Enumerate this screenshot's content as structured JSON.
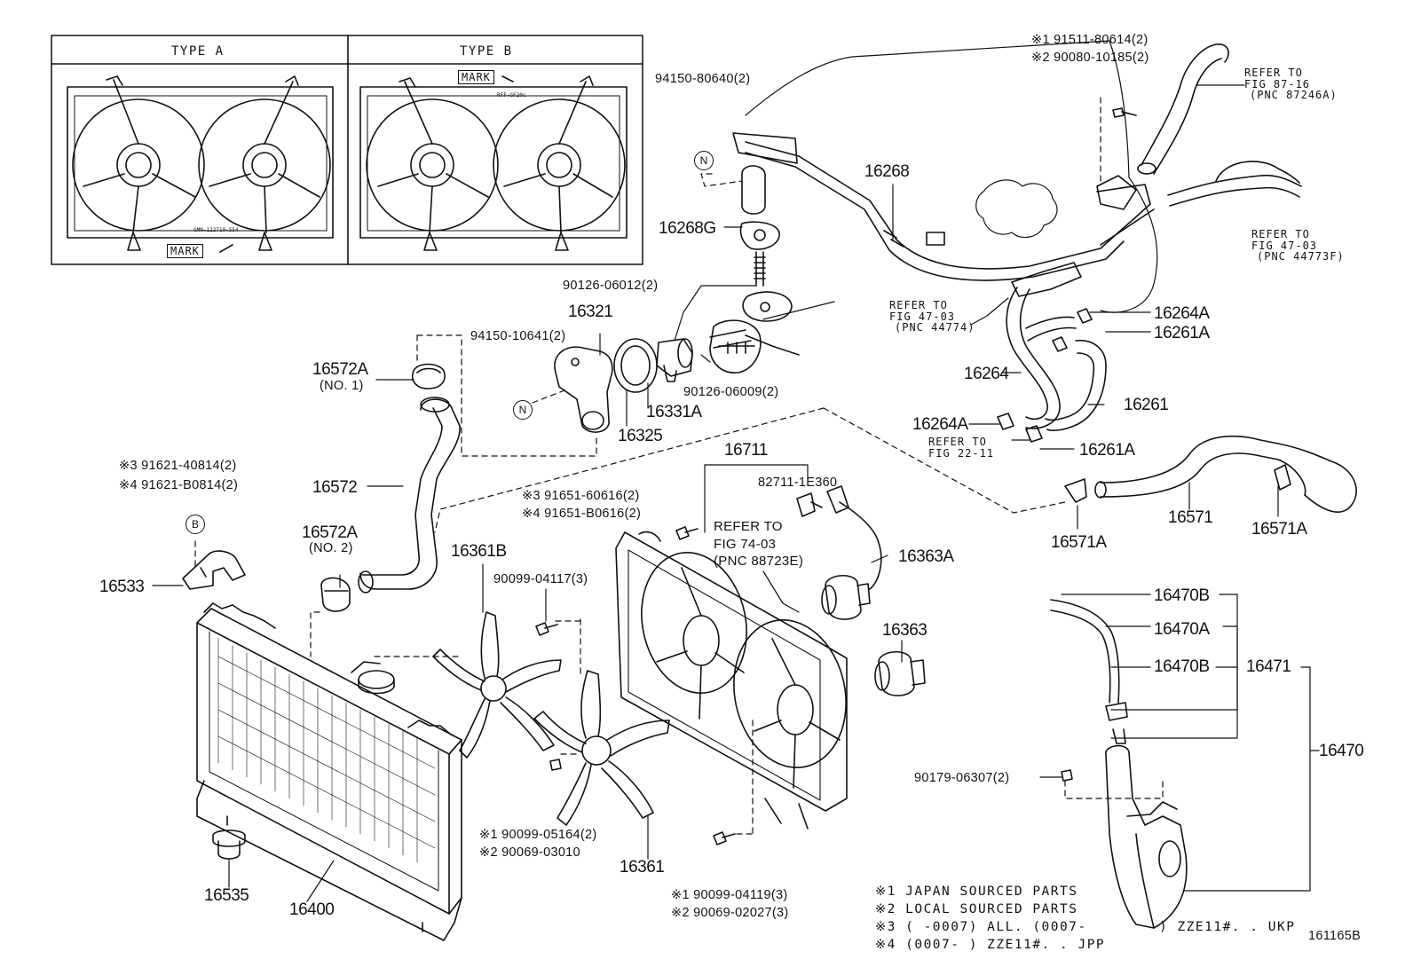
{
  "inset": {
    "type_a": "TYPE A",
    "type_b": "TYPE B",
    "mark_a": "MARK",
    "mark_b": "MARK",
    "code_a": "GMN-122710-554",
    "code_b": "RFF-GF20c"
  },
  "parts": {
    "p16268": "16268",
    "p16268G": "16268G",
    "p16321": "16321",
    "p16331A": "16331A",
    "p16325": "16325",
    "p16572A": "16572A",
    "p16572A_no1": "(NO. 1)",
    "p16572": "16572",
    "p16572A_2": "16572A",
    "p16572A_no2": "(NO. 2)",
    "p16533": "16533",
    "p16535": "16535",
    "p16400": "16400",
    "p16361B": "16361B",
    "p16361": "16361",
    "p16711": "16711",
    "p16363A": "16363A",
    "p16363": "16363",
    "p16264A_1": "16264A",
    "p16261A_1": "16261A",
    "p16264": "16264",
    "p16261": "16261",
    "p16264A_2": "16264A",
    "p16261A_2": "16261A",
    "p16571": "16571",
    "p16571A_1": "16571A",
    "p16571A_2": "16571A",
    "p16470B_1": "16470B",
    "p16470A": "16470A",
    "p16470B_2": "16470B",
    "p16471": "16471",
    "p16470": "16470"
  },
  "part_numbers": {
    "b94150_80640": "94150-80640(2)",
    "b90126_06012": "90126-06012(2)",
    "b94150_10641": "94150-10641(2)",
    "b90126_06009": "90126-06009(2)",
    "b91511": "※1 91511-80614(2)",
    "b90080": "※2 90080-10185(2)",
    "b91621_4": "※3 91621-40814(2)",
    "b91621_b": "※4 91621-B0814(2)",
    "b91651_6": "※3 91651-60616(2)",
    "b91651_b": "※4 91651-B0616(2)",
    "b82711": "82711-1E360",
    "b90099_04117": "90099-04117(3)",
    "b90099_05164": "※1 90099-05164(2)",
    "b90069_03010": "※2 90069-03010",
    "b90099_04119": "※1 90099-04119(3)",
    "b90069_02027": "※2 90069-02027(3)",
    "b90179": "90179-06307(2)"
  },
  "refs": {
    "r87_1": "REFER TO",
    "r87_2": "FIG 87-16",
    "r87_3": "(PNC 87246A)",
    "r4703a_1": "REFER TO",
    "r4703a_2": "FIG 47-03",
    "r4703a_3": "(PNC 44773F)",
    "r4703b_1": "REFER TO",
    "r4703b_2": "FIG 47-03",
    "r4703b_3": "(PNC 44774)",
    "r2211_1": "REFER TO",
    "r2211_2": "FIG 22-11",
    "r7403_1": "REFER TO",
    "r7403_2": "FIG 74-03",
    "r7403_3": "(PNC 88723E)"
  },
  "markers": {
    "n1": "N",
    "n2": "N",
    "b": "B"
  },
  "notes": {
    "n1": "※1 JAPAN SOURCED PARTS",
    "n2": "※2 LOCAL SOURCED PARTS",
    "n3": "※3 (     -0007) ALL. (0007-",
    "n3b": ") ZZE11#. . UKP",
    "n4": "※4 (0007-        ) ZZE11#. . JPP"
  },
  "figure_code": "161165B"
}
